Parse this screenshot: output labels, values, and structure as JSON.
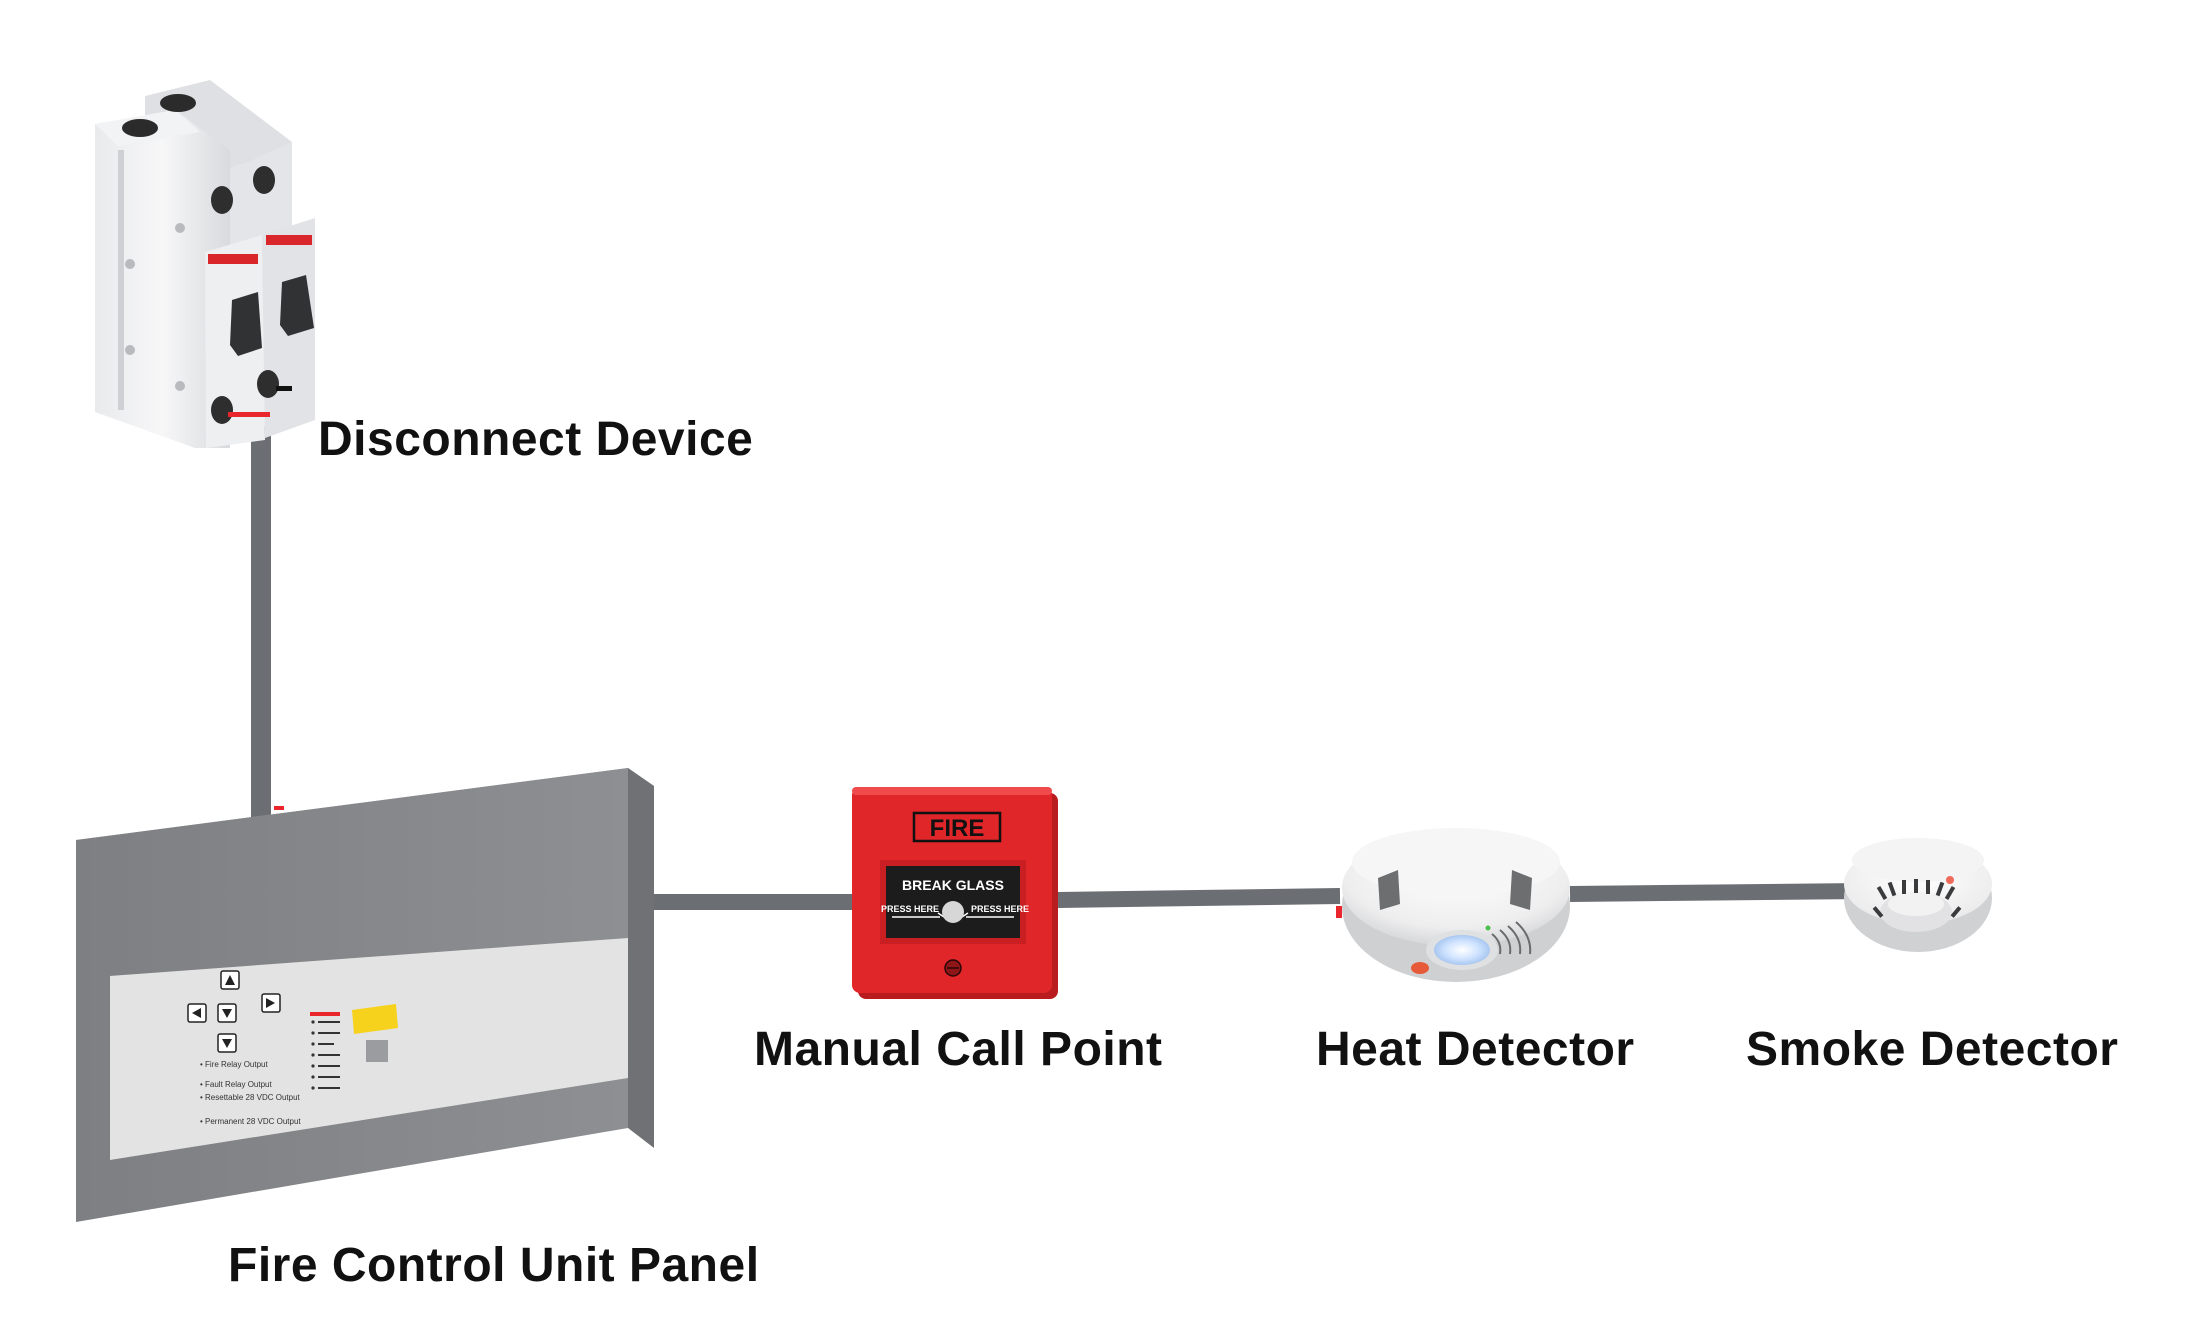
{
  "colors": {
    "wire": "#6b6e73",
    "panel_gray": "#86888b",
    "panel_face": "#e3e3e3",
    "mcp_red": "#e1262a",
    "breaker_red": "#d9262b",
    "label_yellow": "#f7d21c"
  },
  "labels": {
    "disconnect": "Disconnect Device",
    "panel": "Fire Control Unit Panel",
    "mcp": "Manual Call Point",
    "heat": "Heat Detector",
    "smoke": "Smoke Detector"
  },
  "mcp": {
    "fire": "FIRE",
    "break_glass": "BREAK GLASS",
    "press_left": "PRESS HERE",
    "press_right": "PRESS HERE"
  },
  "panel_legend": [
    "• Fire Relay Output",
    "• Fault Relay Output",
    "• Resettable 28 VDC Output",
    "• Permanent 28 VDC Output"
  ],
  "icons": {
    "breaker": "circuit-breaker-icon",
    "panel": "control-panel-icon",
    "mcp": "manual-call-point-icon",
    "heat": "heat-detector-icon",
    "smoke": "smoke-detector-icon"
  }
}
